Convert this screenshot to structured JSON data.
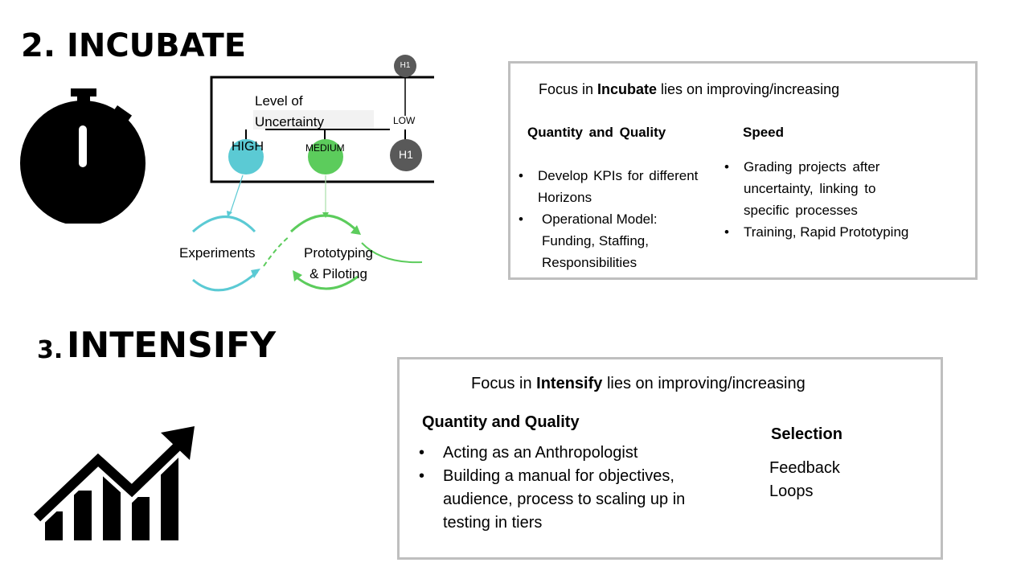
{
  "incubate": {
    "title": "2. INCUBATE",
    "icon": "stopwatch-icon",
    "diagram": {
      "scale_label": "Level of\nUncertainty",
      "top_node": "H1",
      "low": "LOW",
      "high": "HIGH",
      "medium": "MEDIUM",
      "right_node": "H1",
      "experiments": "Experiments",
      "prototyping": "Prototyping\n& Piloting",
      "colors": {
        "high": "#5bcad4",
        "medium": "#5ccc5c",
        "h1": "#595959"
      }
    },
    "focus": {
      "prefix": "Focus in ",
      "keyword": "Incubate",
      "suffix": " lies on improving/increasing",
      "col1_title": "Quantity and Quality",
      "col1_items": [
        "Develop KPIs for different Horizons",
        "Operational Model: Funding, Staffing, Responsibilities"
      ],
      "col2_title": "Speed",
      "col2_items": [
        "Grading projects after uncertainty, linking to specific processes",
        "Training, Rapid Prototyping"
      ]
    }
  },
  "intensify": {
    "number": "3.",
    "title": "INTENSIFY",
    "icon": "growth-chart-icon",
    "focus": {
      "prefix": "Focus in ",
      "keyword": "Intensify",
      "suffix": " lies on improving/increasing",
      "col1_title": "Quantity and Quality",
      "col1_items": [
        "Acting as an Anthropologist",
        "Building a manual for  objectives, audience,  process to scaling up in testing in tiers"
      ],
      "col2_title": "Selection",
      "col2_text": "Feedback\nLoops"
    }
  }
}
